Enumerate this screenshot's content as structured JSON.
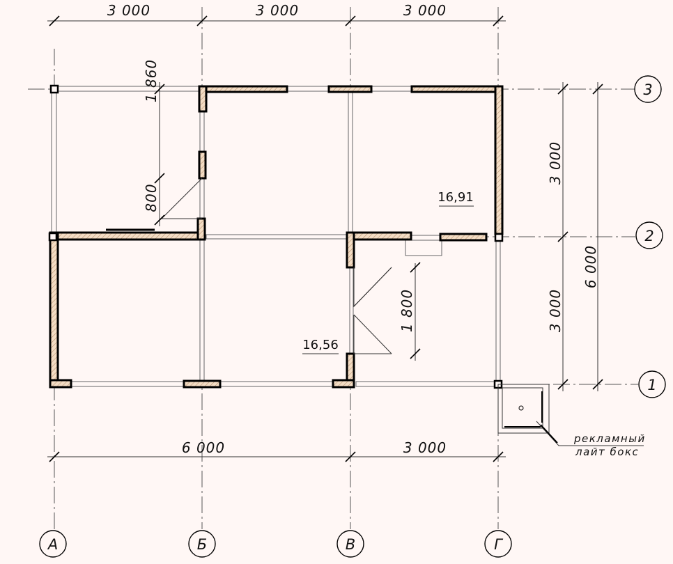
{
  "axes": {
    "vertical": [
      "А",
      "Б",
      "В",
      "Г"
    ],
    "horizontal": [
      "1",
      "2",
      "3"
    ]
  },
  "dimensions": {
    "top": [
      "3 000",
      "3 000",
      "3 000"
    ],
    "bottom": [
      "6 000",
      "3 000"
    ],
    "right_inner": [
      "3 000",
      "3 000"
    ],
    "right_outer": "6 000",
    "inner_1860": "1 860",
    "inner_800": "800",
    "inner_1800": "1 800"
  },
  "rooms": {
    "area_upper": "16,91",
    "area_lower": "16,56"
  },
  "note": {
    "line1": "рекламный",
    "line2": "лайт бокс"
  }
}
